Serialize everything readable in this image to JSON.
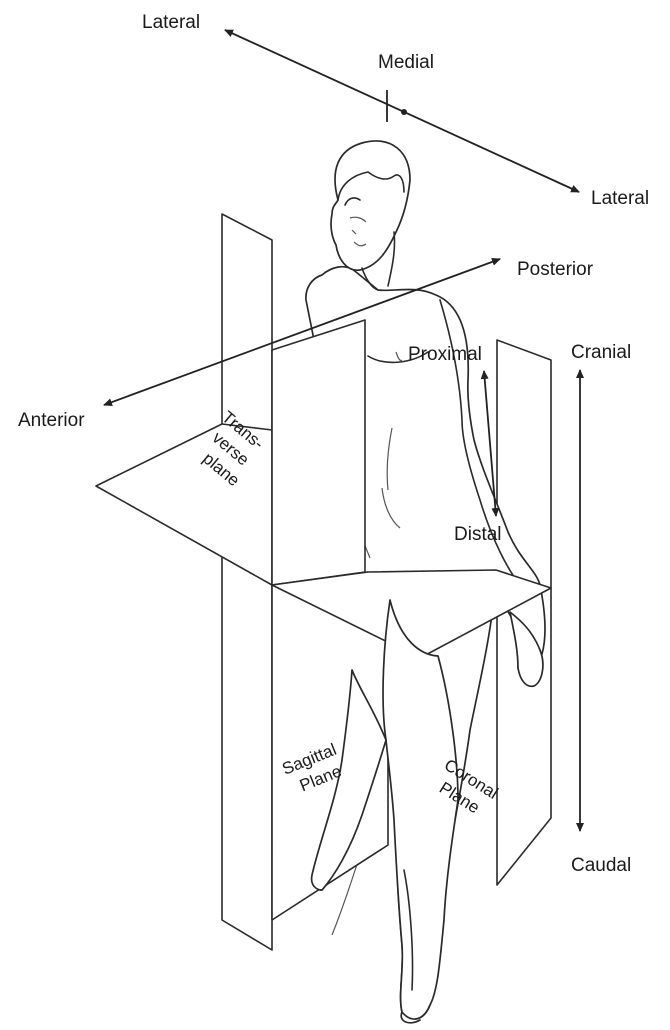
{
  "directions": {
    "lateral_left": "Lateral",
    "lateral_right": "Lateral",
    "medial": "Medial",
    "posterior": "Posterior",
    "anterior": "Anterior",
    "proximal": "Proximal",
    "distal": "Distal",
    "cranial": "Cranial",
    "caudal": "Caudal"
  },
  "planes": {
    "transverse_line1": "Trans-",
    "transverse_line2": "verse",
    "transverse_line3": "plane",
    "sagittal_line1": "Sagittal",
    "sagittal_line2": "Plane",
    "coronal_line1": "Coronal",
    "coronal_line2": "Plane"
  },
  "colors": {
    "ink": "#2a2a2a",
    "background": "#ffffff"
  }
}
